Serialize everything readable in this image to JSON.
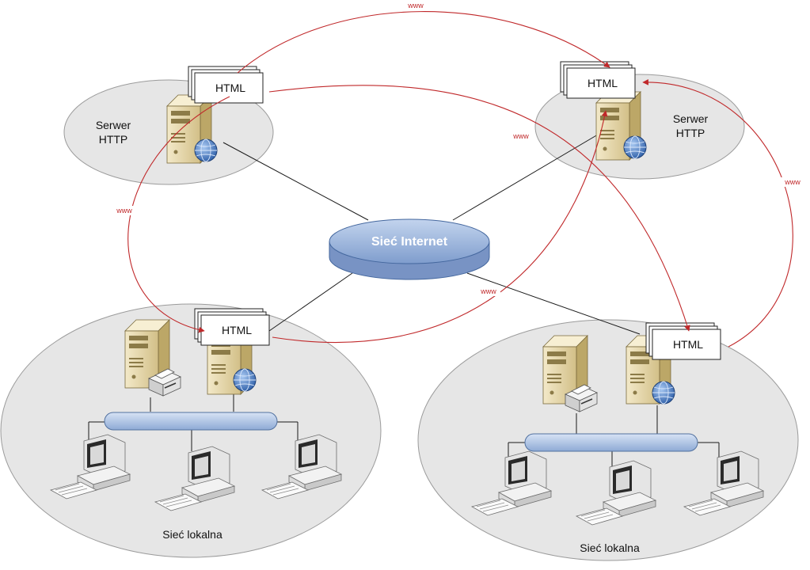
{
  "servers": [
    {
      "label_line1": "Serwer",
      "label_line2": "HTTP",
      "page": "HTML"
    },
    {
      "label_line1": "Serwer",
      "label_line2": "HTTP",
      "page": "HTML"
    }
  ],
  "internet": {
    "label": "Sieć Internet",
    "fill": "#9db7dc",
    "edge": "#5b7fb3"
  },
  "lans": [
    {
      "label": "Sieć lokalna",
      "page": "HTML"
    },
    {
      "label": "Sieć lokalna",
      "page": "HTML"
    }
  ],
  "links": {
    "label": "www",
    "color": "#c0282a"
  }
}
